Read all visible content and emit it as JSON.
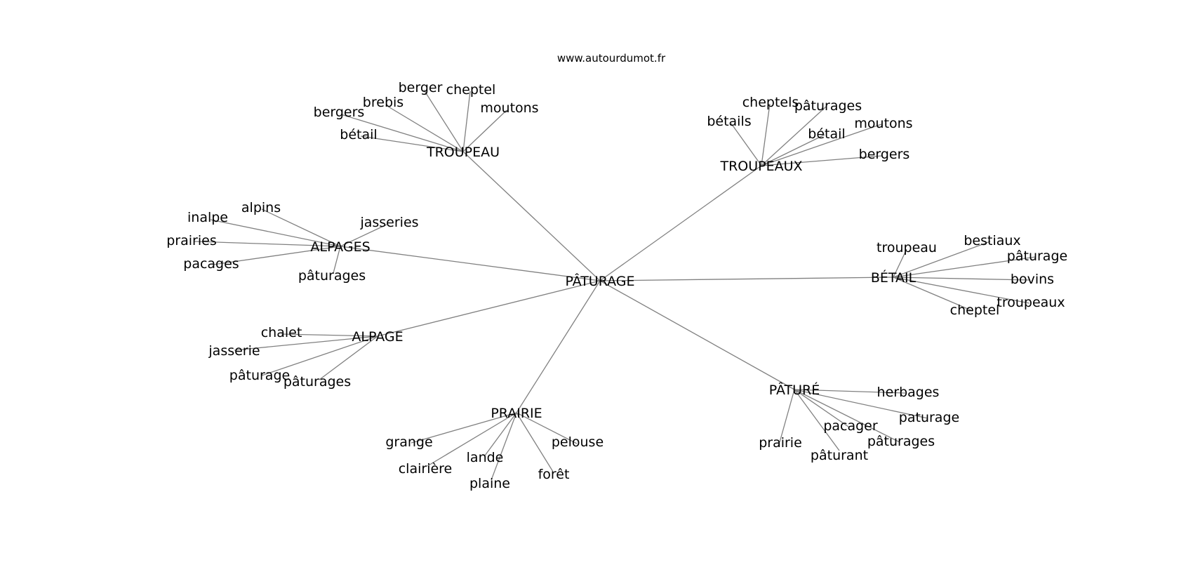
{
  "source": "www.autourdumot.fr",
  "colors": {
    "edge": "#808080",
    "text": "#000000",
    "background": "#ffffff"
  },
  "graph": {
    "center": "PÂTURAGE",
    "clusters": [
      {
        "hub": "TROUPEAU",
        "leaves": [
          "bergers",
          "brebis",
          "berger",
          "cheptel",
          "moutons",
          "bétail"
        ]
      },
      {
        "hub": "TROUPEAUX",
        "leaves": [
          "bétails",
          "cheptels",
          "pâturages",
          "bétail",
          "moutons",
          "bergers"
        ]
      },
      {
        "hub": "ALPAGES",
        "leaves": [
          "inalpe",
          "alpins",
          "jasseries",
          "prairies",
          "pacages",
          "pâturages"
        ]
      },
      {
        "hub": "BÉTAIL",
        "leaves": [
          "troupeau",
          "bestiaux",
          "pâturage",
          "bovins",
          "troupeaux",
          "cheptel"
        ]
      },
      {
        "hub": "ALPAGE",
        "leaves": [
          "chalet",
          "jasserie",
          "pâturage",
          "pâturages"
        ]
      },
      {
        "hub": "PÂTURÉ",
        "leaves": [
          "herbages",
          "paturage",
          "pacager",
          "pâturages",
          "prairie",
          "pâturant"
        ]
      },
      {
        "hub": "PRAIRIE",
        "leaves": [
          "grange",
          "pelouse",
          "clairière",
          "lande",
          "forêt",
          "plaine"
        ]
      }
    ]
  }
}
